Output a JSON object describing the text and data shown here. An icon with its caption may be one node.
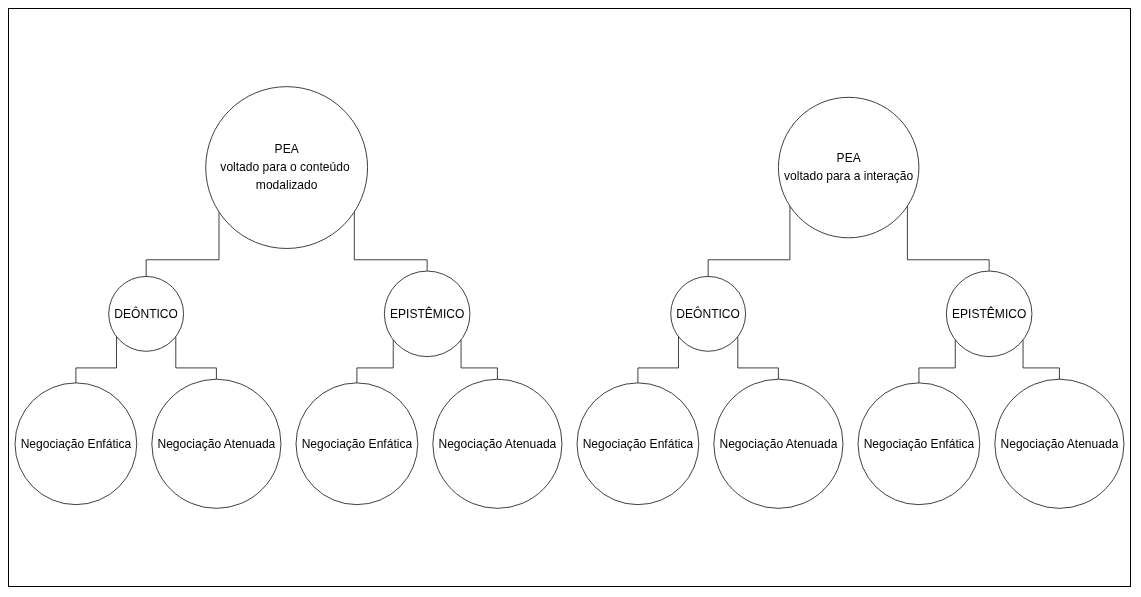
{
  "diagram": {
    "nodes": [
      {
        "text": [
          "PEA",
          "voltado para o conteúdo modalizado"
        ]
      },
      {
        "text": [
          "DEÔNTICO"
        ]
      },
      {
        "text": [
          "EPISTÊMICO"
        ]
      },
      {
        "text": [
          "Negociação Enfática"
        ]
      },
      {
        "text": [
          "Negociação Atenuada"
        ]
      },
      {
        "text": [
          "Negociação Enfática"
        ]
      },
      {
        "text": [
          "Negociação Atenuada"
        ]
      },
      {
        "text": [
          "PEA",
          "voltado para a interação"
        ]
      },
      {
        "text": [
          "DEÔNTICO"
        ]
      },
      {
        "text": [
          "EPISTÊMICO"
        ]
      },
      {
        "text": [
          "Negociação Enfática"
        ]
      },
      {
        "text": [
          "Negociação Atenuada"
        ]
      },
      {
        "text": [
          "Negociação Enfática"
        ]
      },
      {
        "text": [
          "Negociação Atenuada"
        ]
      }
    ],
    "edges": [
      {
        "from": 0,
        "to": 1,
        "arrow": "none"
      },
      {
        "from": 0,
        "to": 2,
        "arrow": "none"
      },
      {
        "from": 1,
        "to": 3,
        "arrow": "none"
      },
      {
        "from": 1,
        "to": 4,
        "arrow": "none"
      },
      {
        "from": 2,
        "to": 5,
        "arrow": "none"
      },
      {
        "from": 2,
        "to": 6,
        "arrow": "none"
      },
      {
        "from": 7,
        "to": 8,
        "arrow": "none"
      },
      {
        "from": 7,
        "to": 9,
        "arrow": "none"
      },
      {
        "from": 8,
        "to": 10,
        "arrow": "none"
      },
      {
        "from": 8,
        "to": 11,
        "arrow": "none"
      },
      {
        "from": 9,
        "to": 12,
        "arrow": "none"
      },
      {
        "from": 9,
        "to": 13,
        "arrow": "none"
      }
    ]
  }
}
